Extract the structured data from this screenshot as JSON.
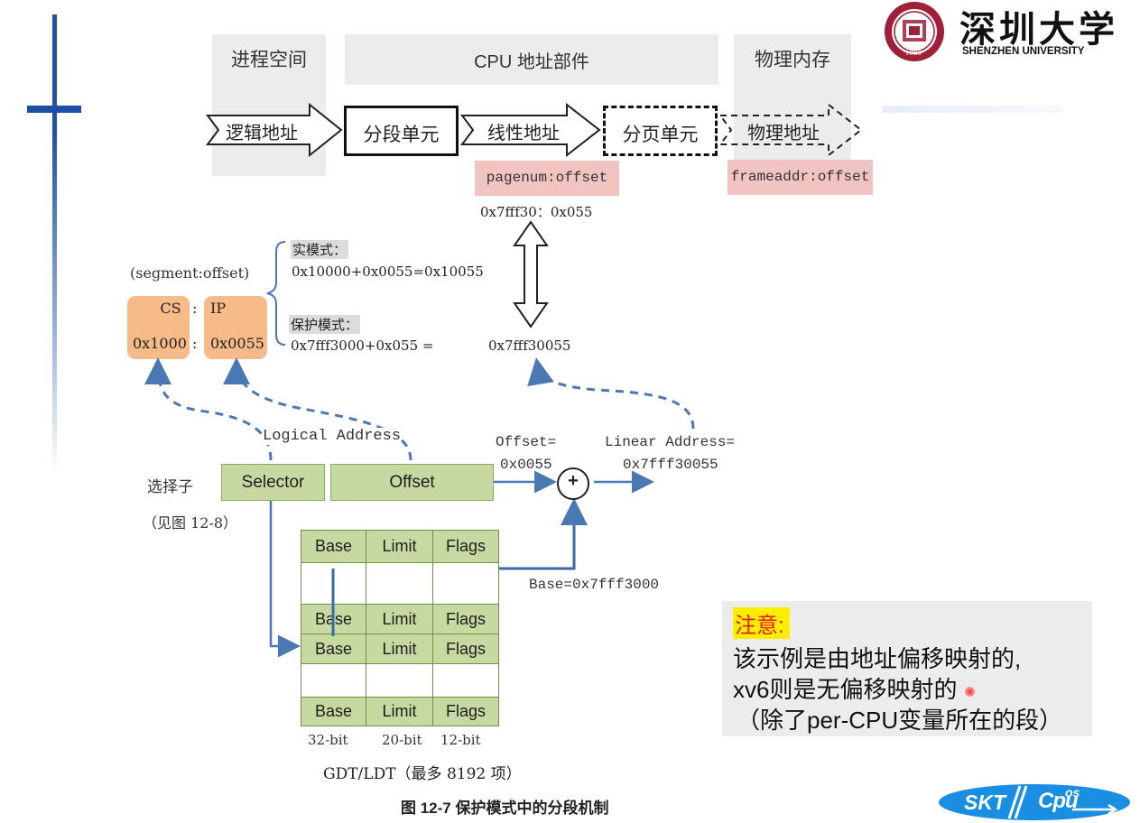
{
  "top_row": {
    "process_space": "进程空间",
    "cpu_units": "CPU 地址部件",
    "physical_memory": "物理内存",
    "logical_address": "逻辑地址",
    "segment_unit": "分段单元",
    "linear_address": "线性地址",
    "paging_unit": "分页单元",
    "physical_address": "物理地址",
    "pagenum_offset": "pagenum:offset",
    "frameaddr_offset": "frameaddr:offset",
    "linear_example": "0x7fff30：0x055"
  },
  "logo": {
    "name_cn": "深圳大学",
    "name_en": "SHENZHEN UNIVERSITY",
    "year": "1983"
  },
  "cs_ip": {
    "label": "(segment:offset)",
    "cs": "CS",
    "colon1": ":",
    "ip": "IP",
    "cs_value": "0x1000",
    "colon2": ":",
    "ip_value": "0x0055"
  },
  "modes": {
    "real_label": "实模式：",
    "real_calc": "0x10000+0x0055=0x10055",
    "protected_label": "保护模式：",
    "protected_calc": "0x7fff3000+0x055 =",
    "protected_result": "0x7fff30055"
  },
  "logical": {
    "logical_address": "Logical Address",
    "offset_eq": "Offset=",
    "offset_val": "0x0055",
    "linear_eq": "Linear Address=",
    "linear_val": "0x7fff30055",
    "plus": "+",
    "selector_cn": "选择子",
    "selector": "Selector",
    "offset": "Offset",
    "see_fig": "（见图 12-8）",
    "base_eq": "Base=0x7fff3000"
  },
  "table": {
    "headers": [
      "Base",
      "Limit",
      "Flags"
    ],
    "bits": [
      "32-bit",
      "20-bit",
      "12-bit"
    ],
    "caption": "GDT/LDT（最多 8192 项）"
  },
  "note": {
    "title": "注意:",
    "line1": "该示例是由地址偏移映射的,",
    "line2": "xv6则是无偏移映射的",
    "line3": "（除了per-CPU变量所在的段）"
  },
  "figure_caption": "图 12-7  保护模式中的分段机制",
  "bottom_logo": {
    "skt": "SKT",
    "os": "os",
    "cpu": "Cpu"
  },
  "colors": {
    "accent_blue": "#1f4fa8",
    "arrow_blue": "#4a78b5",
    "green_fill": "#c6d9a1",
    "orange_fill": "#f7bb8a",
    "pink_fill": "#f2c4c1",
    "note_highlight": "#ffee00",
    "note_title": "#e02020"
  }
}
